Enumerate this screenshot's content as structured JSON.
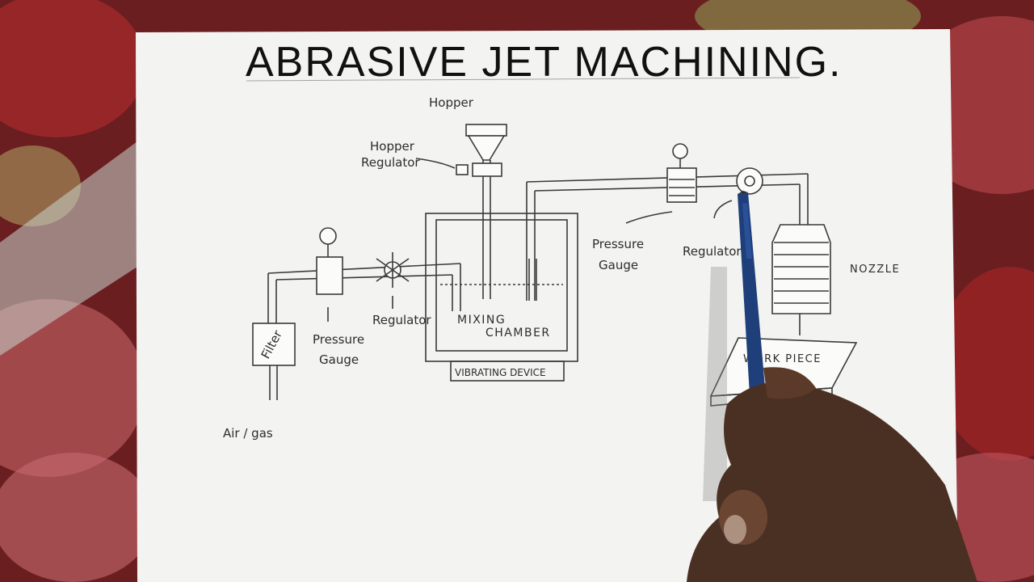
{
  "diagram": {
    "title": "ABRASIVE   JET  MACHINING.",
    "labels": {
      "hopper": "Hopper",
      "hopper_regulator_1": "Hopper",
      "hopper_regulator_2": "Regulator",
      "pressure_gauge_left_1": "Pressure",
      "pressure_gauge_left_2": "Gauge",
      "regulator_left": "Regulator",
      "filter": "Filter",
      "air_gas": "Air / gas",
      "mixing_chamber_1": "MIXING",
      "mixing_chamber_2": "CHAMBER",
      "vibrating_device": "VIBRATING DEVICE",
      "pressure_gauge_right_1": "Pressure",
      "pressure_gauge_right_2": "Gauge",
      "regulator_right": "Regulator",
      "nozzle": "NOZZLE",
      "work_piece": "WORK PIECE"
    }
  },
  "colors": {
    "paper": "#f3f3f1",
    "ink": "#3a3a3a",
    "background": "#6b1e20",
    "pencil_body": "#1e3f7a",
    "skin": "#4a3022"
  }
}
